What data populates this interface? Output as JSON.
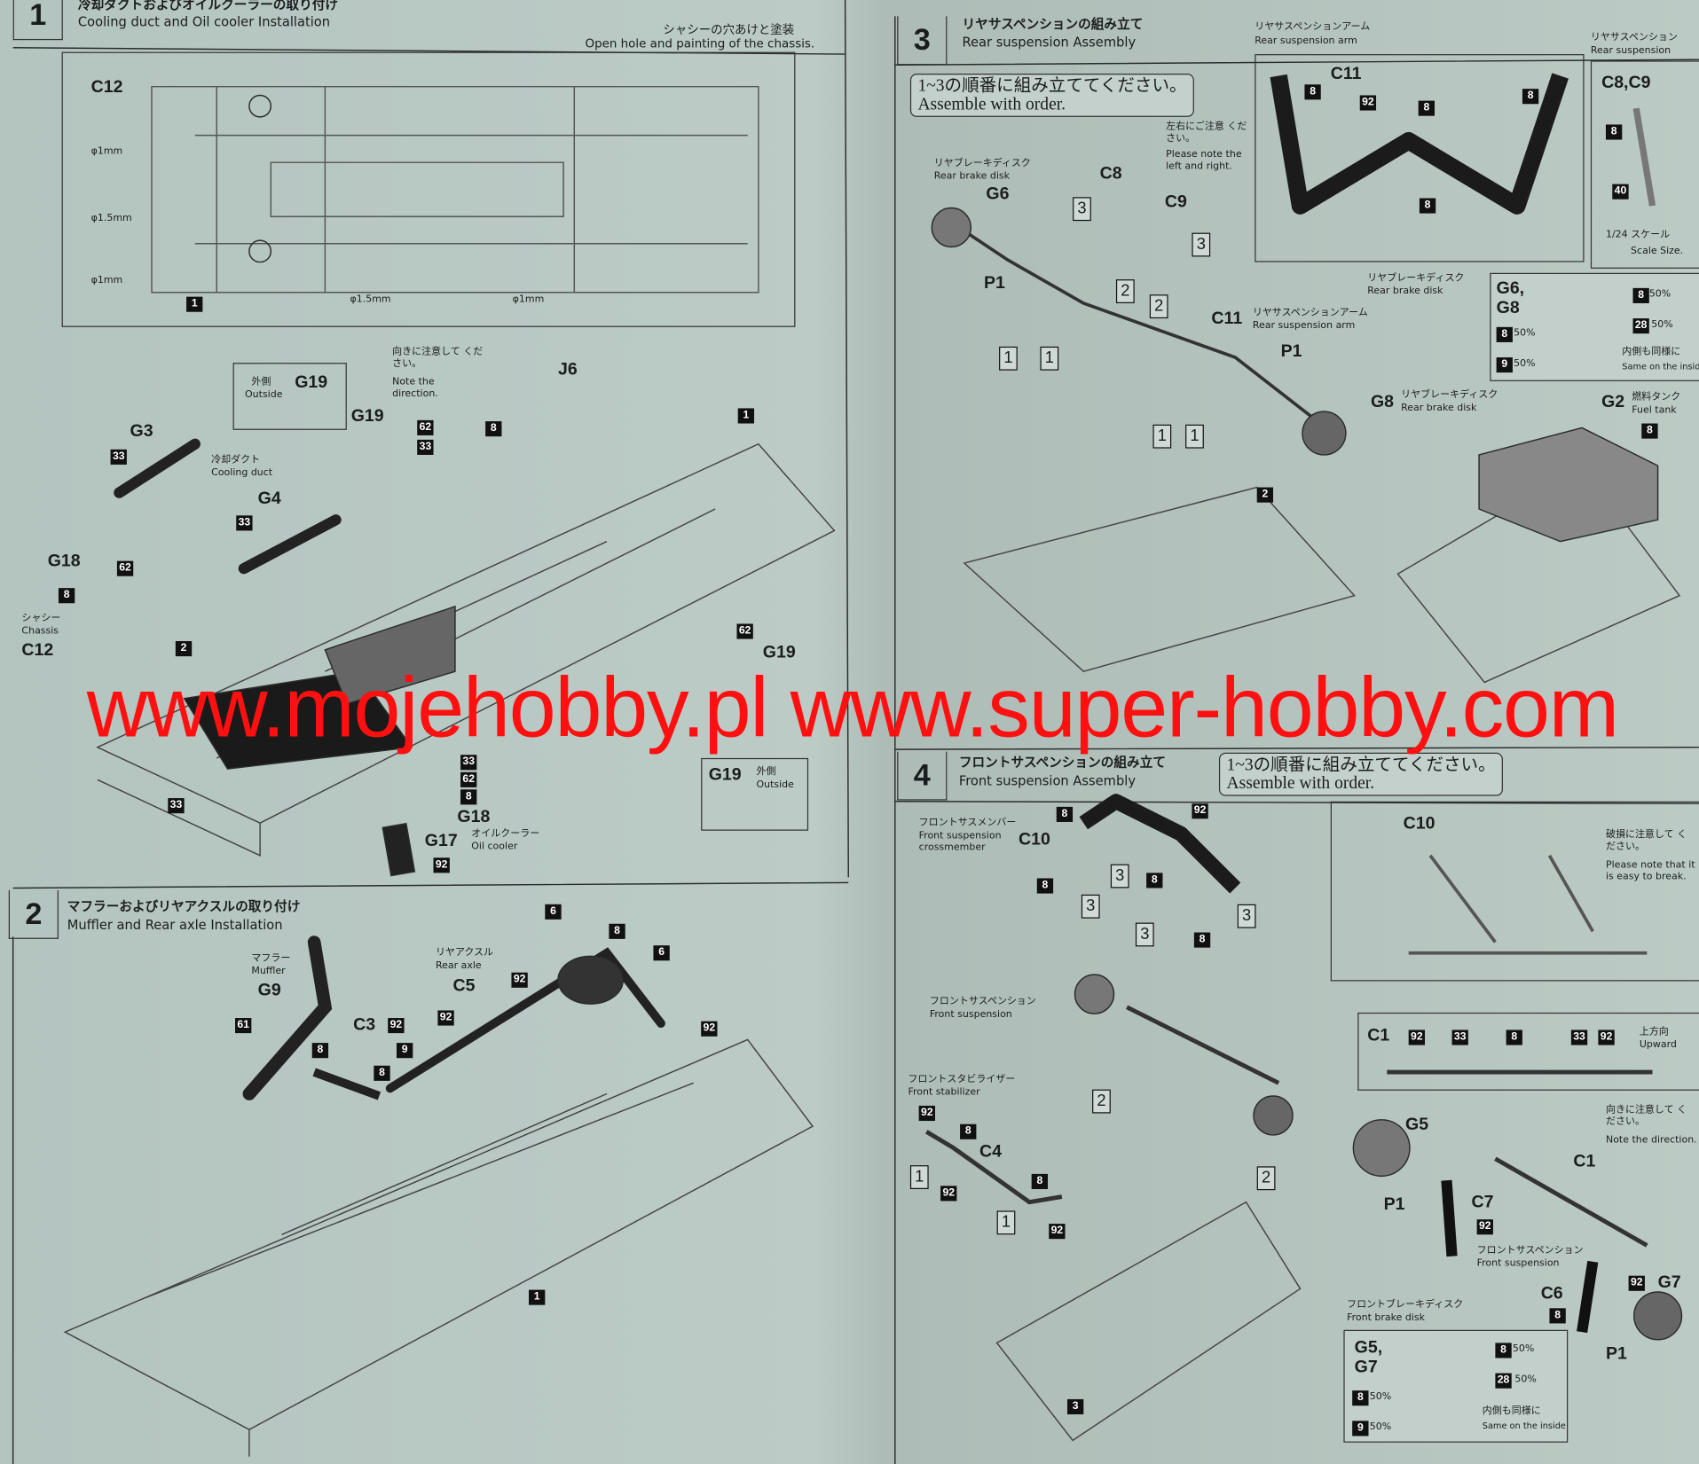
{
  "watermark": "www.mojehobby.pl www.super-hobby.com",
  "step1": {
    "num": "1",
    "title_jp": "冷却ダクトおよびオイルクーラーの取り付け",
    "title_en": "Cooling duct and Oil cooler Installation",
    "note_jp": "シャシーの穴あけと塗装",
    "note_en": "Open hole and painting of the chassis.",
    "c12": "C12",
    "d1": "φ1mm",
    "d15": "φ1.5mm",
    "d1b": "φ1mm",
    "d15b": "φ1.5mm",
    "d1c": "φ1mm",
    "ref1": "1",
    "outside_jp": "外側",
    "outside_en": "Outside",
    "g19": "G19",
    "dir_jp": "向きに注意して ください。",
    "dir_en": "Note the direction.",
    "g19b": "G19",
    "j6": "J6",
    "ref1b": "1",
    "g3": "G3",
    "duct_jp": "冷却ダクト",
    "duct_en": "Cooling duct",
    "g4": "G4",
    "g18": "G18",
    "chassis_jp": "シャシー",
    "chassis_en": "Chassis",
    "c12b": "C12",
    "g19c": "G19",
    "g18b": "G18",
    "g17": "G17",
    "oil_jp": "オイルクーラー",
    "oil_en": "Oil cooler",
    "g19d": "G19",
    "outside2_jp": "外側",
    "outside2_en": "Outside",
    "ref2": "2"
  },
  "step2": {
    "num": "2",
    "title_jp": "マフラーおよびリヤアクスルの取り付け",
    "title_en": "Muffler and Rear axle Installation",
    "muffler_jp": "マフラー",
    "muffler_en": "Muffler",
    "g9": "G9",
    "c3": "C3",
    "axle_jp": "リヤアクスル",
    "axle_en": "Rear axle",
    "c5": "C5",
    "ref1": "1"
  },
  "step3": {
    "num": "3",
    "title_jp": "リヤサスペンションの組み立て",
    "title_en": "Rear suspension Assembly",
    "order_jp": "1~3の順番に組み立ててください。",
    "order_en": "Assemble with order.",
    "arm_jp": "リヤサスペンションアーム",
    "arm_en": "Rear suspension arm",
    "c11": "C11",
    "susp_jp": "リヤサスペンション",
    "susp_en": "Rear suspension",
    "c8c9": "C8,C9",
    "scale_jp": "1/24 スケール",
    "scale_en": "Scale Size.",
    "lr_jp": "左右にご注意 ください。",
    "lr_en": "Please note the left and right.",
    "disk_jp": "リヤブレーキディスク",
    "disk_en": "Rear brake disk",
    "g6": "G6",
    "c8": "C8",
    "c9": "C9",
    "p1": "P1",
    "c11b": "C11",
    "arm2_jp": "リヤサスペンションアーム",
    "arm2_en": "Rear suspension arm",
    "p1b": "P1",
    "g8": "G8",
    "disk2_jp": "リヤブレーキディスク",
    "disk2_en": "Rear brake disk",
    "disk3_jp": "リヤブレーキディスク",
    "disk3_en": "Rear brake disk",
    "g6g8": "G6, G8",
    "paint_a": "50%",
    "paint_b": "50%",
    "paint_c": "50%",
    "paint_d": "50%",
    "inside_jp": "内側も同様に",
    "inside_en": "Same on the inside",
    "g2": "G2",
    "tank_jp": "燃料タンク",
    "tank_en": "Fuel tank",
    "ref2": "2"
  },
  "step4": {
    "num": "4",
    "title_jp": "フロントサスペンションの組み立て",
    "title_en": "Front suspension Assembly",
    "order_jp": "1~3の順番に組み立ててください。",
    "order_en": "Assemble with order.",
    "cross_jp": "フロントサスメンバー",
    "cross_en": "Front suspension crossmember",
    "c10": "C10",
    "c10b": "C10",
    "break_jp": "破損に注意して ください。",
    "break_en": "Please note that it is easy to break.",
    "front_jp": "フロントサスペンション",
    "front_en": "Front suspension",
    "c1": "C1",
    "up_jp": "上方向",
    "up_en": "Upward",
    "stab_jp": "フロントスタビライザー",
    "stab_en": "Front stabilizer",
    "c4": "C4",
    "g5": "G5",
    "c1b": "C1",
    "dir_jp": "向きに注意して ください。",
    "dir_en": "Note the direction.",
    "p1": "P1",
    "c7": "C7",
    "front2_jp": "フロントサスペンション",
    "front2_en": "Front suspension",
    "c6": "C6",
    "g7": "G7",
    "p1b": "P1",
    "fdisk_jp": "フロントブレーキディスク",
    "fdisk_en": "Front brake disk",
    "g5g7": "G5, G7",
    "paint_a": "50%",
    "paint_b": "50%",
    "paint_c": "50%",
    "paint_d": "50%",
    "inside_jp": "内側も同様に",
    "inside_en": "Same on the inside",
    "ref3": "3"
  },
  "color_tags": [
    "33",
    "62",
    "33",
    "62",
    "8",
    "8",
    "33",
    "62",
    "33",
    "62",
    "8",
    "92",
    "33",
    "92",
    "8",
    "61",
    "8",
    "8",
    "9",
    "92",
    "6",
    "8",
    "6",
    "92",
    "92",
    "8",
    "8",
    "92",
    "8",
    "8",
    "8",
    "8",
    "40",
    "8",
    "28",
    "8",
    "9",
    "8",
    "92",
    "8",
    "8",
    "8",
    "92",
    "33",
    "8",
    "33",
    "92",
    "92",
    "8",
    "8",
    "92",
    "92",
    "92",
    "92",
    "8",
    "28",
    "8",
    "9"
  ],
  "order_tags": [
    "3",
    "2",
    "3",
    "2",
    "1",
    "1",
    "1",
    "1",
    "3",
    "3",
    "3",
    "3",
    "2",
    "1",
    "1",
    "2"
  ]
}
